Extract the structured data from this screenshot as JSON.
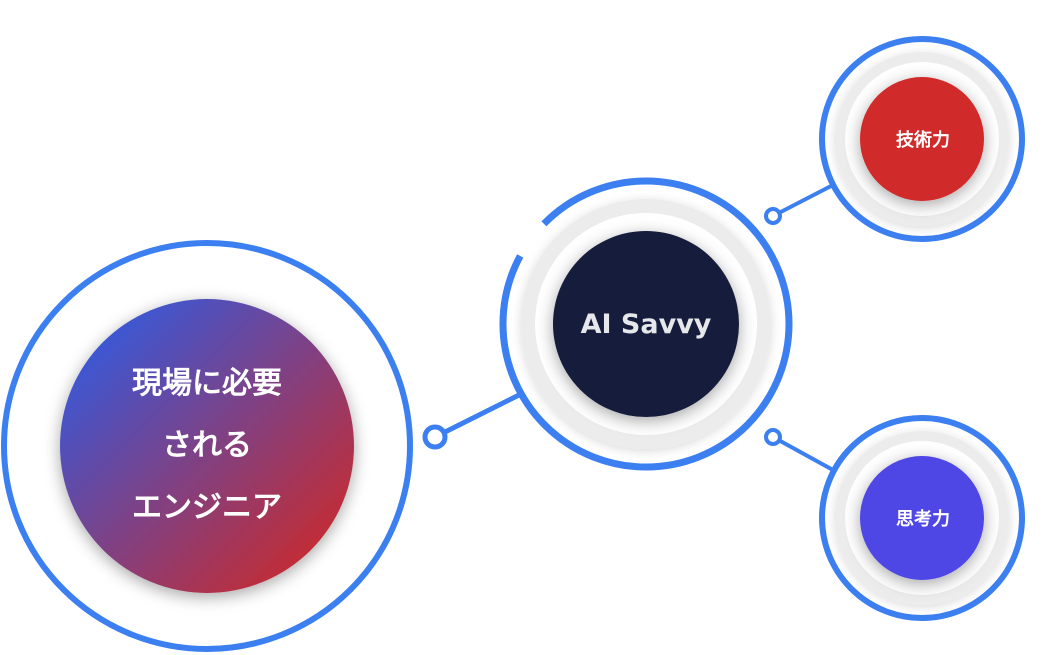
{
  "diagram": {
    "main_node": {
      "lines": [
        "現場に必要",
        "される",
        "エンジニア"
      ]
    },
    "center_node": {
      "label": "AI Savvy"
    },
    "branches": [
      {
        "label": "技術力",
        "color": "#d02a2a"
      },
      {
        "label": "思考力",
        "color": "#4f46e5"
      }
    ],
    "colors": {
      "ring": "#3b7ff0",
      "center": "#141c3a",
      "gradient_start": "#3559dc",
      "gradient_end": "#c82a2e"
    }
  }
}
